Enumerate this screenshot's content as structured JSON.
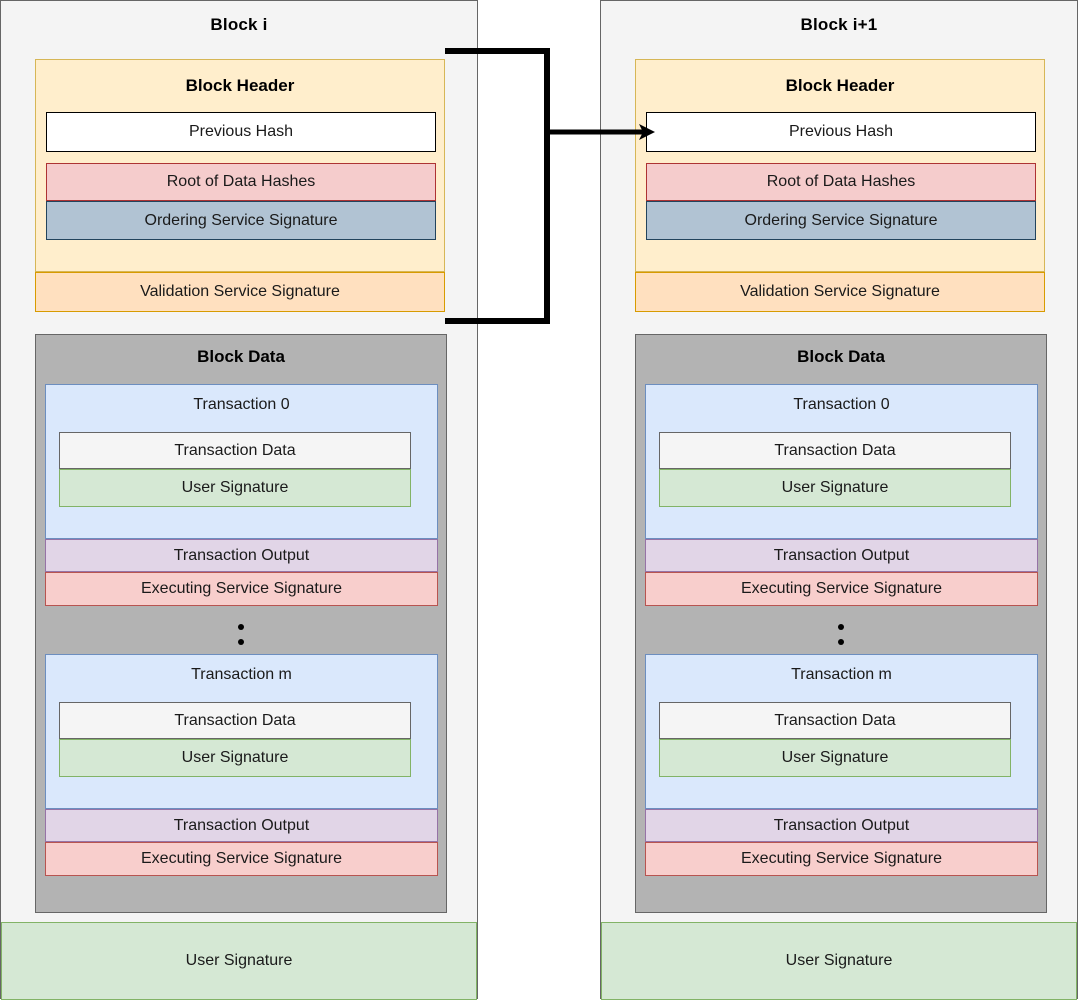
{
  "diagram": {
    "title_note": "Blockchain block structure with chained previous-hash link",
    "blocks": [
      {
        "id": "block-i",
        "title": "Block i",
        "header": {
          "title": "Block Header",
          "previous_hash": "Previous Hash",
          "root_of_data_hashes": "Root of Data Hashes",
          "ordering_service_signature": "Ordering Service Signature"
        },
        "validation_service_signature": "Validation Service Signature",
        "block_data": {
          "title": "Block Data",
          "transactions": [
            {
              "title": "Transaction 0",
              "transaction_data": "Transaction Data",
              "user_signature": "User Signature",
              "transaction_output": "Transaction Output",
              "executing_service_signature": "Executing Service Signature"
            },
            {
              "title": "Transaction m",
              "transaction_data": "Transaction Data",
              "user_signature": "User Signature",
              "transaction_output": "Transaction Output",
              "executing_service_signature": "Executing Service Signature"
            }
          ],
          "ellipsis": "vertical-ellipsis"
        },
        "user_signature": "User Signature"
      },
      {
        "id": "block-i-plus-1",
        "title": "Block i+1",
        "header": {
          "title": "Block Header",
          "previous_hash": "Previous Hash",
          "root_of_data_hashes": "Root of Data Hashes",
          "ordering_service_signature": "Ordering Service Signature"
        },
        "validation_service_signature": "Validation Service Signature",
        "block_data": {
          "title": "Block Data",
          "transactions": [
            {
              "title": "Transaction 0",
              "transaction_data": "Transaction Data",
              "user_signature": "User Signature",
              "transaction_output": "Transaction Output",
              "executing_service_signature": "Executing Service Signature"
            },
            {
              "title": "Transaction m",
              "transaction_data": "Transaction Data",
              "user_signature": "User Signature",
              "transaction_output": "Transaction Output",
              "executing_service_signature": "Executing Service Signature"
            }
          ],
          "ellipsis": "vertical-ellipsis"
        },
        "user_signature": "User Signature"
      }
    ],
    "connector": {
      "name": "hash-link-arrow",
      "from": "Block i Block Header",
      "to": "Block i+1 Previous Hash"
    },
    "colors": {
      "panel_background": "#f4f4f4",
      "panel_border": "#666666",
      "header_fill": "#ffeecc",
      "header_border": "#d6b656",
      "previous_hash_fill": "#ffffff",
      "previous_hash_border": "#000000",
      "root_hashes_fill": "#f5cccc",
      "root_hashes_border": "#ad3333",
      "ordering_sig_fill": "#b1c3d3",
      "ordering_sig_border": "#23445d",
      "validation_sig_fill": "#ffe0bf",
      "validation_sig_border": "#d79b00",
      "block_data_fill": "#b3b3b3",
      "transaction_fill": "#dae8fc",
      "transaction_border": "#6c8ebf",
      "transaction_data_fill": "#f5f5f5",
      "transaction_data_border": "#666666",
      "user_signature_fill": "#d5e8d4",
      "user_signature_border": "#82b366",
      "transaction_output_fill": "#e1d5e7",
      "transaction_output_border": "#9673a6",
      "executing_sig_fill": "#f8cecc",
      "executing_sig_border": "#b85450",
      "connector_stroke": "#000000"
    }
  }
}
